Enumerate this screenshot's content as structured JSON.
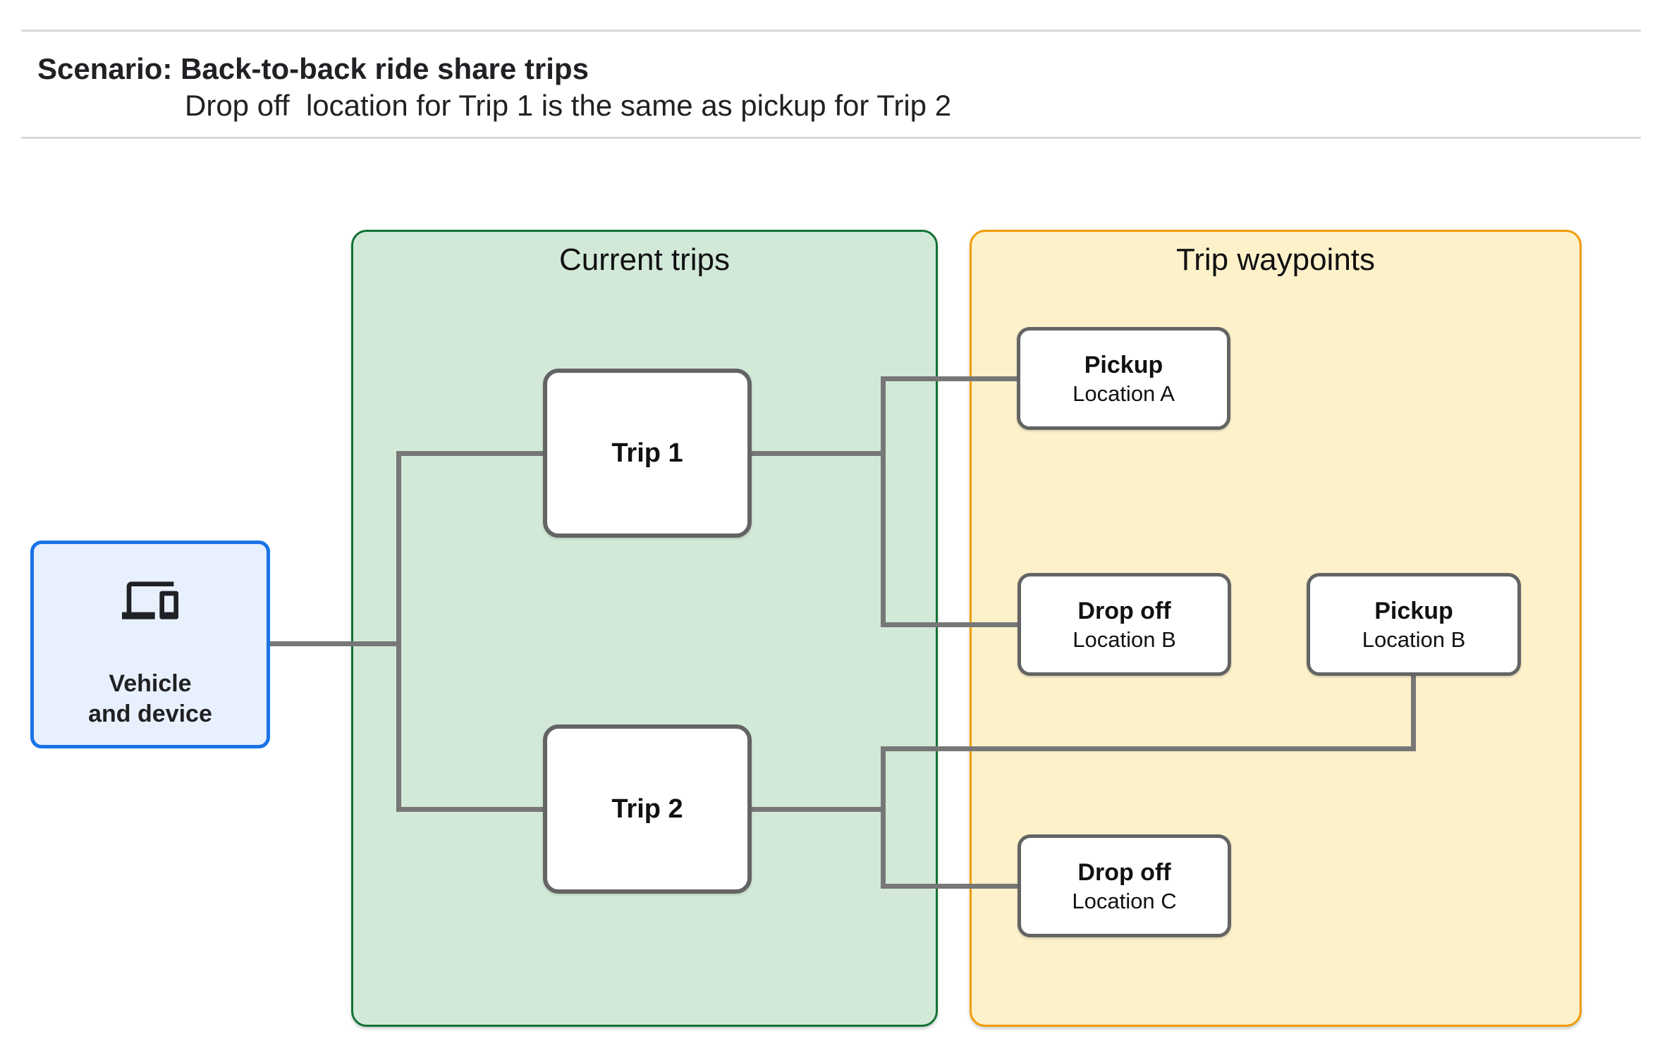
{
  "header": {
    "title": "Scenario: Back-to-back ride share trips",
    "subtitle": "Drop off  location for Trip 1 is the same as pickup for Trip 2"
  },
  "vehicle": {
    "icon": "devices-icon",
    "label_line1": "Vehicle",
    "label_line2": "and device"
  },
  "panels": {
    "current_trips": {
      "title": "Current trips"
    },
    "trip_waypoints": {
      "title": "Trip waypoints"
    }
  },
  "nodes": {
    "trip1": {
      "label": "Trip 1"
    },
    "trip2": {
      "label": "Trip 2"
    },
    "pickup_a": {
      "title": "Pickup",
      "subtitle": "Location A"
    },
    "dropoff_b": {
      "title": "Drop off",
      "subtitle": "Location B"
    },
    "pickup_b": {
      "title": "Pickup",
      "subtitle": "Location B"
    },
    "dropoff_c": {
      "title": "Drop off",
      "subtitle": "Location C"
    }
  },
  "colors": {
    "text": "#202124",
    "rule": "#d9d9d9",
    "green_fill": "#d2e9d8",
    "green_border": "#137333",
    "orange_fill": "#fdf1ca",
    "orange_border": "#f49b06",
    "blue_fill": "#e8f0fe",
    "blue_border": "#1a73e8",
    "node_fill": "#ffffff",
    "node_border": "#646464",
    "connector": "#777777"
  }
}
